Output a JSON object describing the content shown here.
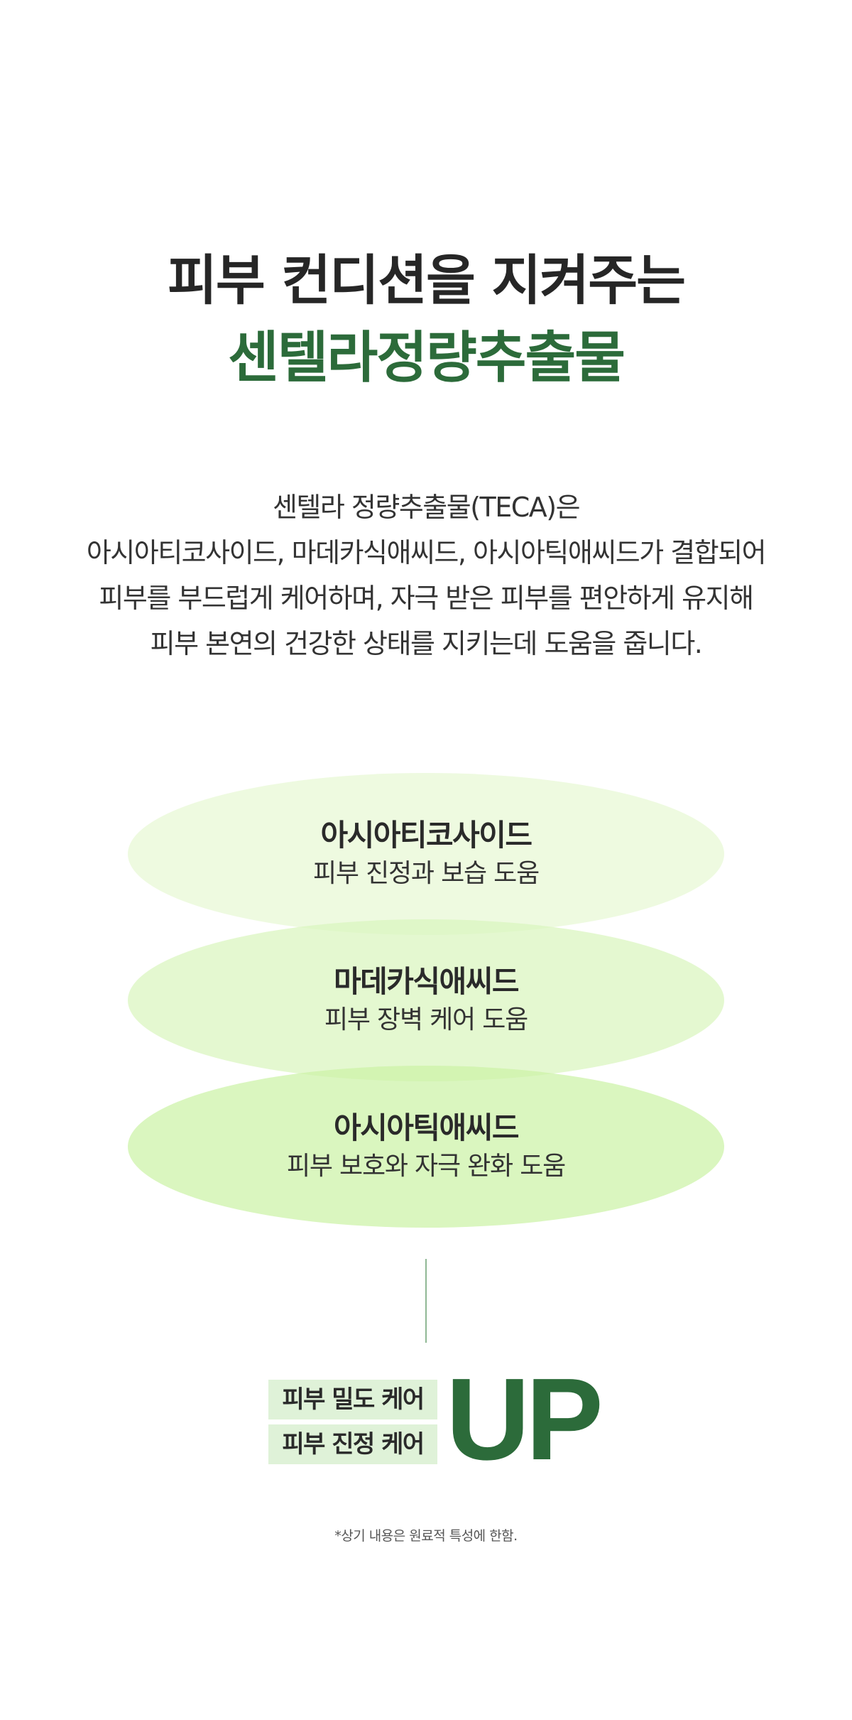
{
  "headline": {
    "line1": "피부 컨디션을 지켜주는",
    "line2": "센텔라정량추출물"
  },
  "description": {
    "lines": [
      "센텔라 정량추출물(TECA)은",
      "아시아티코사이드, 마데카식애씨드, 아시아틱애씨드가 결합되어",
      "피부를 부드럽게 케어하며, 자극 받은 피부를 편안하게 유지해",
      "피부 본연의 건강한 상태를 지키는데 도움을 줍니다."
    ]
  },
  "ingredients": [
    {
      "name": "아시아티코사이드",
      "desc": "피부 진정과 보습 도움"
    },
    {
      "name": "마데카식애씨드",
      "desc": "피부 장벽 케어 도움"
    },
    {
      "name": "아시아틱애씨드",
      "desc": "피부 보호와 자극 완화 도움"
    }
  ],
  "benefits": {
    "badges": [
      "피부 밀도 케어",
      "피부 진정 케어"
    ],
    "up_label": "UP"
  },
  "footnote": "*상기 내용은 원료적 특성에 한함.",
  "colors": {
    "brand_green": "#2c6b3a",
    "ellipse_light": "#e8f8d6",
    "ellipse_mid": "#daf5be",
    "ellipse_strong": "#ccf2a6",
    "badge_bg": "#dff2d8"
  }
}
